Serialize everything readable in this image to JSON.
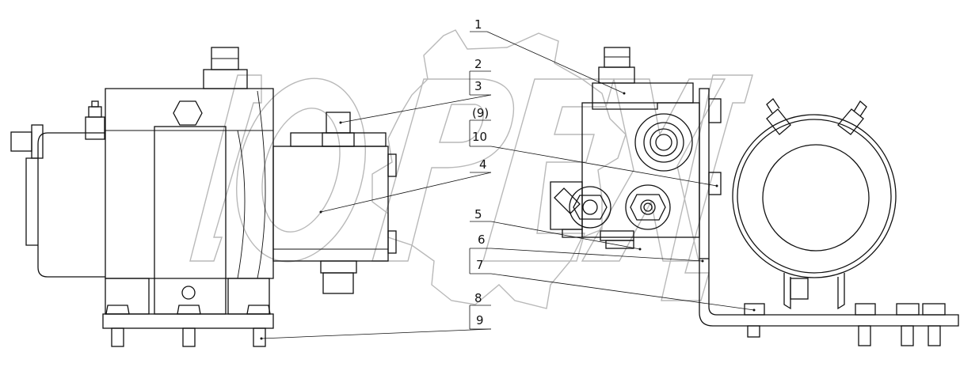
{
  "watermark": {
    "text": "OPEX"
  },
  "corner_mark": "",
  "callouts": [
    {
      "id": "c1",
      "label": "1"
    },
    {
      "id": "c2",
      "label": "2"
    },
    {
      "id": "c3",
      "label": "3"
    },
    {
      "id": "c9p",
      "label": "(9)"
    },
    {
      "id": "c10",
      "label": "10"
    },
    {
      "id": "c4",
      "label": "4"
    },
    {
      "id": "c5",
      "label": "5"
    },
    {
      "id": "c6",
      "label": "6"
    },
    {
      "id": "c7",
      "label": "7"
    },
    {
      "id": "c8",
      "label": "8"
    },
    {
      "id": "c9",
      "label": "9"
    }
  ]
}
